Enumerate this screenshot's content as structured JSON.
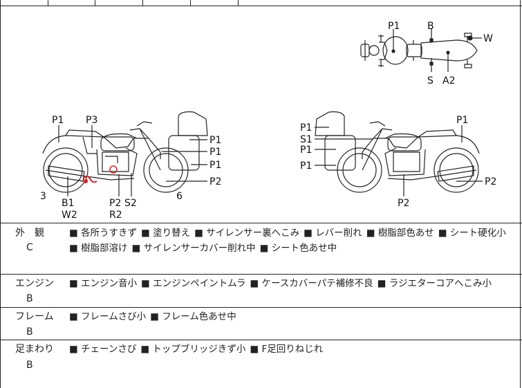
{
  "diagram": {
    "top_view": {
      "labels": [
        "P1",
        "B",
        "W",
        "S",
        "A2"
      ]
    },
    "left_view": {
      "labels": [
        "P1",
        "P3",
        "P1",
        "P1",
        "P1",
        "P2",
        "3",
        "B1",
        "W2",
        "P2",
        "S2",
        "R2",
        "6"
      ]
    },
    "right_view": {
      "labels": [
        "P1",
        "S1",
        "P1",
        "P1",
        "P1",
        "P2",
        "P2"
      ]
    }
  },
  "condition_rows": [
    {
      "category": "外　観",
      "grade": "C",
      "lines": [
        [
          "各所うすきず",
          "塗り替え",
          "サイレンサー裏へこみ",
          "レバー削れ",
          "樹脂部色あせ",
          "シート硬化小"
        ],
        [
          "樹脂部溶け",
          "サイレンサーカバー削れ中",
          "シート色あせ中"
        ]
      ]
    },
    {
      "category": "エンジン",
      "grade": "B",
      "lines": [
        [
          "エンジン音小",
          "エンジンペイントムラ",
          "ケースカバーパテ補修不良",
          "ラジエターコアへこみ小"
        ]
      ]
    },
    {
      "category": "フレーム",
      "grade": "B",
      "lines": [
        [
          "フレームさび小",
          "フレーム色あせ中"
        ]
      ]
    },
    {
      "category": "足まわり",
      "grade": "B",
      "lines": [
        [
          "チェーンさび",
          "トップブリッジきず小",
          "F足回りねじれ"
        ]
      ]
    }
  ]
}
